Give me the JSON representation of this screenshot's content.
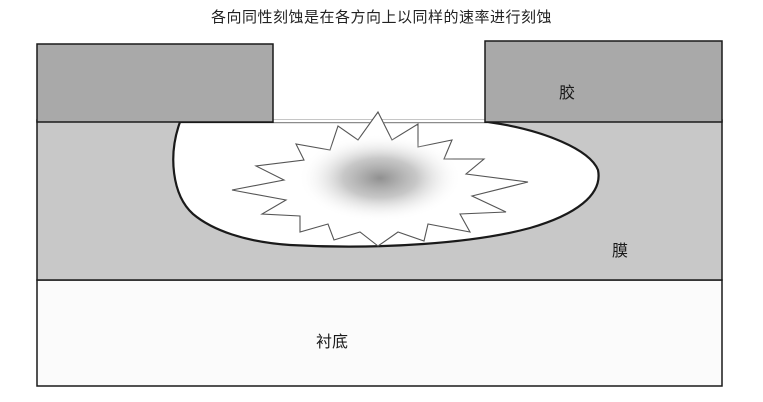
{
  "caption": "各向同性刻蚀是在各方向上以同样的速率进行刻蚀",
  "labels": {
    "resist": "胶",
    "film": "膜",
    "substrate": "衬底"
  },
  "colors": {
    "resist": "#a9a9a9",
    "film": "#c8c8c8",
    "substrate": "#fbfbfb",
    "cavity": "#ffffff",
    "outline": "#1a1a1a"
  }
}
